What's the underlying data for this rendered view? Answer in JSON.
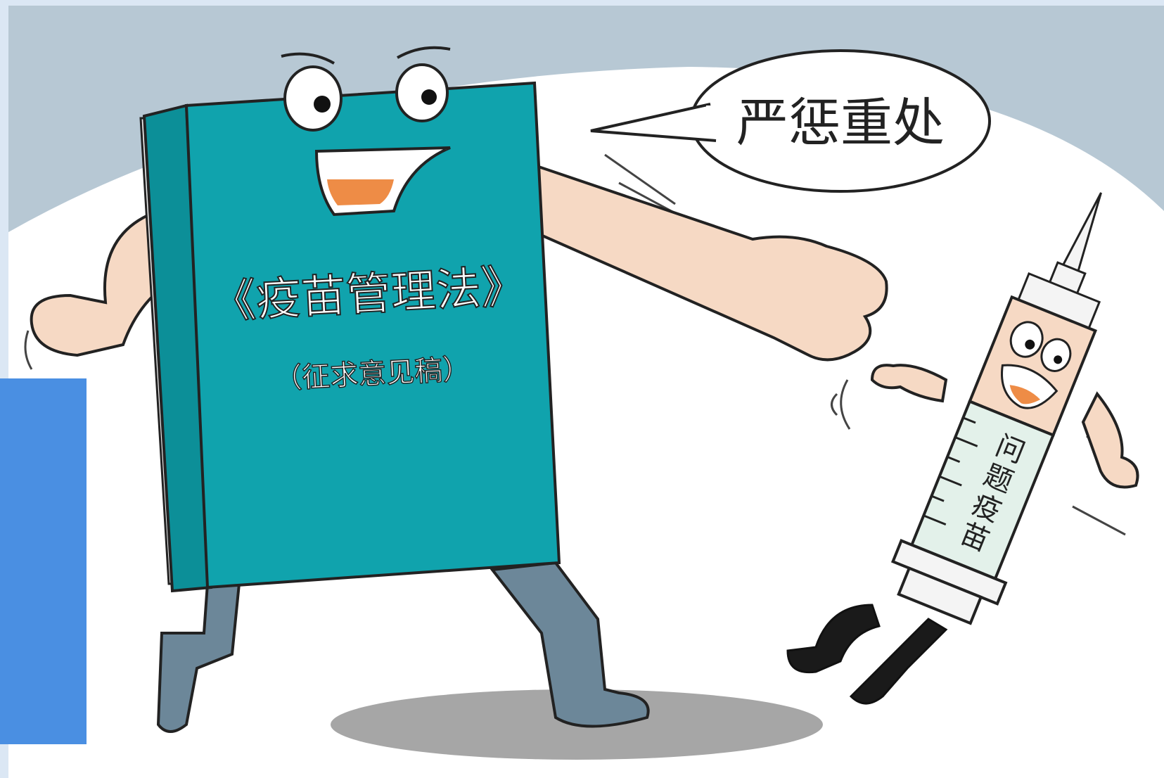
{
  "speech_bubble": {
    "text": "严惩重处"
  },
  "book": {
    "title": "《疫苗管理法》",
    "subtitle": "（征求意见稿）"
  },
  "syringe": {
    "label_chars": [
      "问",
      "题",
      "疫",
      "苗"
    ]
  },
  "colors": {
    "sky": "#b7c8d4",
    "book_cover": "#10a3ad",
    "skin": "#f6d9c4",
    "trousers": "#6c8799",
    "side_panel": "#4a8fe2",
    "shadow": "#a6a6a6"
  }
}
